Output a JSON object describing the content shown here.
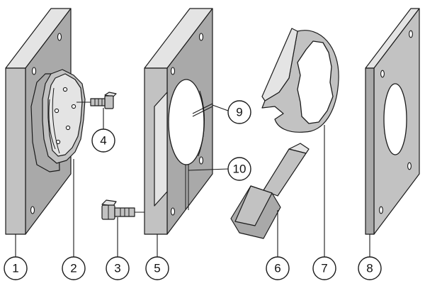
{
  "colors": {
    "part_front": "#c2c2c2",
    "part_top": "#e4e4e4",
    "part_side": "#a9a9a9",
    "outline": "#1a1a1a",
    "callout_fill": "#ffffff"
  },
  "callouts": [
    {
      "id": "c1",
      "label": "1"
    },
    {
      "id": "c2",
      "label": "2"
    },
    {
      "id": "c3",
      "label": "3"
    },
    {
      "id": "c4",
      "label": "4"
    },
    {
      "id": "c5",
      "label": "5"
    },
    {
      "id": "c6",
      "label": "6"
    },
    {
      "id": "c7",
      "label": "7"
    },
    {
      "id": "c8",
      "label": "8"
    },
    {
      "id": "c9",
      "label": "9"
    },
    {
      "id": "c10",
      "label": "10"
    }
  ]
}
